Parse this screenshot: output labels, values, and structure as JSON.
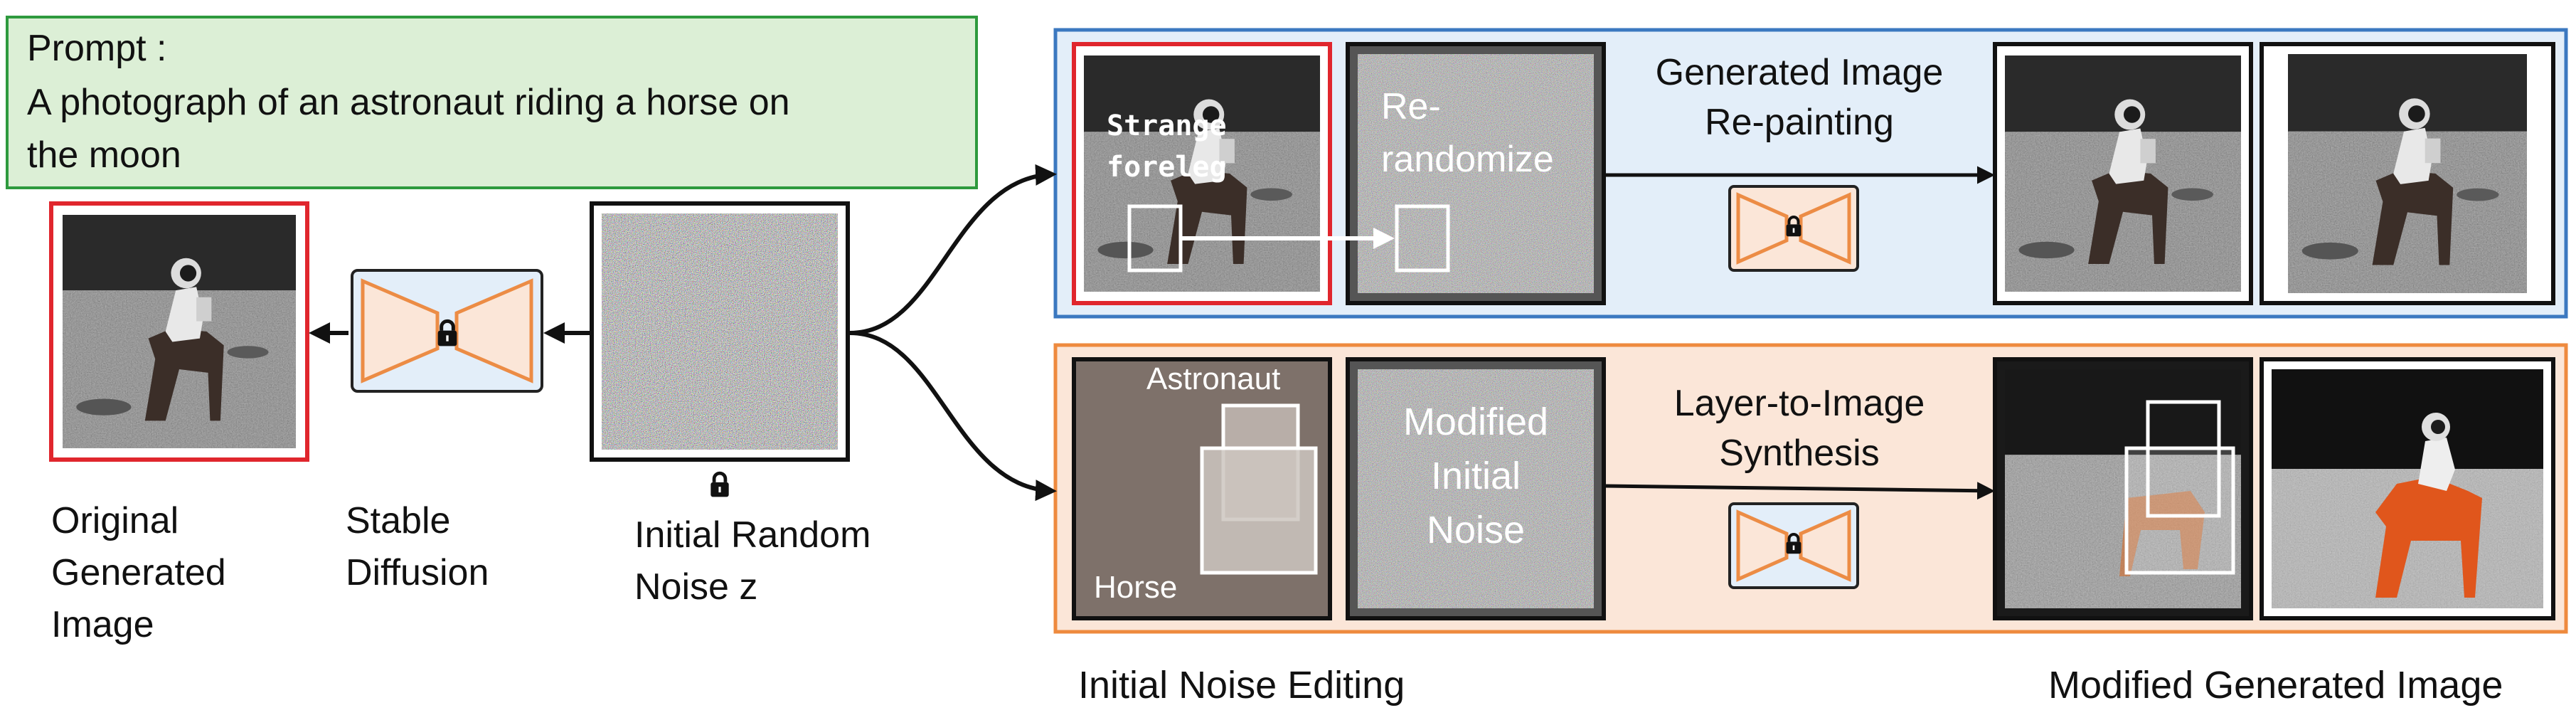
{
  "prompt": {
    "title": "Prompt :",
    "text_line1": "A photograph of an astronaut riding a horse on",
    "text_line2": "the moon"
  },
  "left_labels": {
    "original_l1": "Original",
    "original_l2": "Generated",
    "original_l3": "Image",
    "sd_l1": "Stable",
    "sd_l2": "Diffusion",
    "noise_l1": "Initial Random",
    "noise_l2": "Noise z"
  },
  "top_panel": {
    "annotation_l1": "Strange",
    "annotation_l2": "foreleg",
    "rerandomize_l1": "Re-",
    "rerandomize_l2": "randomize",
    "process_l1": "Generated Image",
    "process_l2": "Re-painting"
  },
  "bottom_panel": {
    "astronaut": "Astronaut",
    "horse": "Horse",
    "modified_l1": "Modified",
    "modified_l2": "Initial",
    "modified_l3": "Noise",
    "process_l1": "Layer-to-Image",
    "process_l2": "Synthesis"
  },
  "footer": {
    "left": "Initial Noise Editing",
    "right": "Modified Generated Image"
  },
  "colors": {
    "prompt_bg": "#dcefd6",
    "prompt_border": "#2e9a3e",
    "top_panel_bg": "#e3eef9",
    "top_panel_border": "#3b78c0",
    "bottom_panel_bg": "#fbe6d8",
    "bottom_panel_border": "#ee8a3e",
    "highlight_red": "#e0262d",
    "decoder_orange": "#ec8c45"
  }
}
